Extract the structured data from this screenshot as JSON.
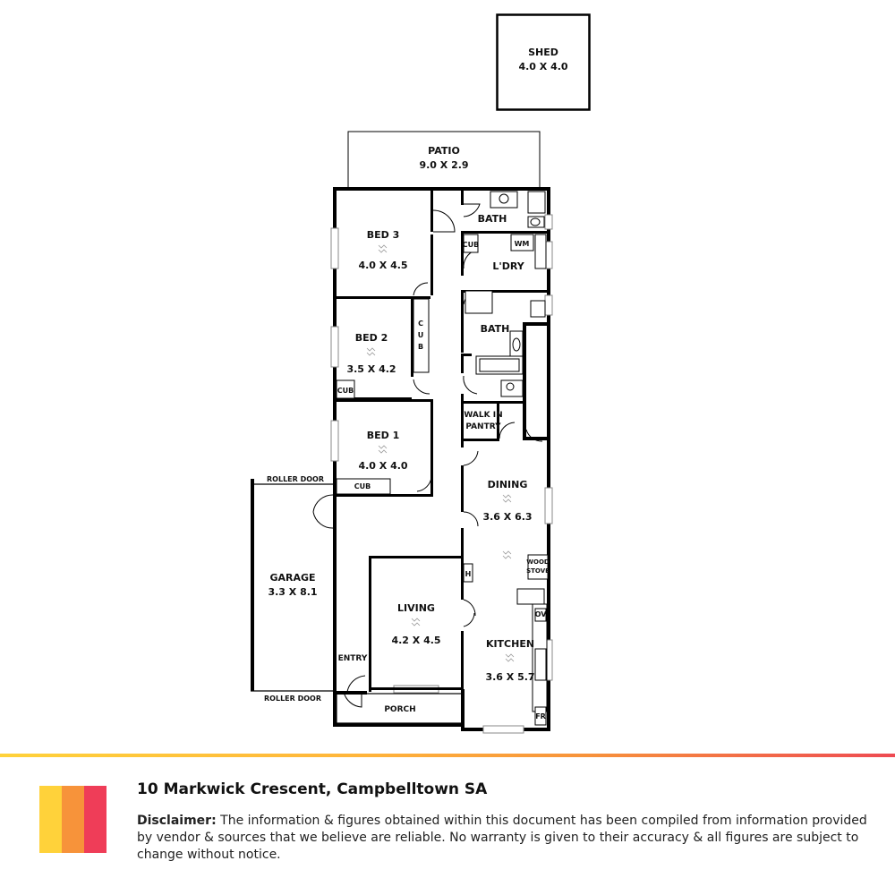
{
  "property": {
    "address": "10 Markwick Crescent, Campbelltown SA",
    "disclaimer_label": "Disclaimer:",
    "disclaimer_text": "The information & figures obtained within this document has been compiled from information provided by vendor & sources that we believe are reliable. No warranty is given to their accuracy & all figures are subject to change without notice."
  },
  "rooms": {
    "shed": {
      "name": "SHED",
      "dims": "4.0 X 4.0"
    },
    "patio": {
      "name": "PATIO",
      "dims": "9.0 X 2.9"
    },
    "bed3": {
      "name": "BED 3",
      "dims": "4.0 X 4.5"
    },
    "bed2": {
      "name": "BED 2",
      "dims": "3.5 X 4.2"
    },
    "bed1": {
      "name": "BED 1",
      "dims": "4.0 X 4.0"
    },
    "bath_top": {
      "name": "BATH"
    },
    "laundry": {
      "name": "L'DRY"
    },
    "bath_mid": {
      "name": "BATH"
    },
    "pantry": {
      "line1": "WALK IN",
      "line2": "PANTRY"
    },
    "dining": {
      "name": "DINING",
      "dims": "3.6 X 6.3"
    },
    "garage": {
      "name": "GARAGE",
      "dims": "3.3 X 8.1"
    },
    "living": {
      "name": "LIVING",
      "dims": "4.2 X 4.5"
    },
    "kitchen": {
      "name": "KITCHEN",
      "dims": "3.6 X 5.7"
    },
    "entry": {
      "name": "ENTRY"
    },
    "porch": {
      "name": "PORCH"
    }
  },
  "fixtures": {
    "cub_laundry": "CUB",
    "wm": "WM",
    "cub_vertical": [
      "C",
      "U",
      "B"
    ],
    "cub_bed2": "CUB",
    "cub_bed1": "CUB",
    "h": "H",
    "wood_stove": [
      "WOOD",
      "STOVE"
    ],
    "ov": "OV",
    "fr": "FR"
  },
  "garage_labels": {
    "roller_door_top": "ROLLER DOOR",
    "roller_door_bottom": "ROLLER DOOR"
  }
}
